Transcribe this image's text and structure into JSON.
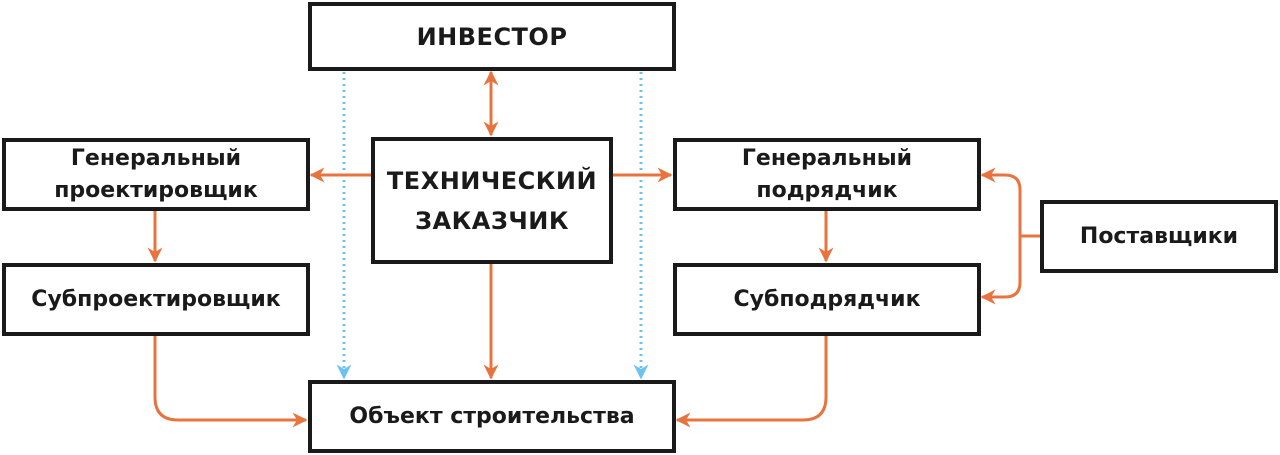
{
  "colors": {
    "arrow": "#e8733f",
    "dotted": "#6cc3f2",
    "border": "#1a1a1a"
  },
  "nodes": {
    "investor": "ИНВЕСТОР",
    "technical_customer": "ТЕХНИЧЕСКИЙ\nЗАКАЗЧИК",
    "general_designer": "Генеральный\nпроектировщик",
    "subdesigner": "Субпроектировщик",
    "general_contractor": "Генеральный\nподрядчик",
    "subcontractor": "Субподрядчик",
    "suppliers": "Поставщики",
    "construction_object": "Объект строительства"
  }
}
